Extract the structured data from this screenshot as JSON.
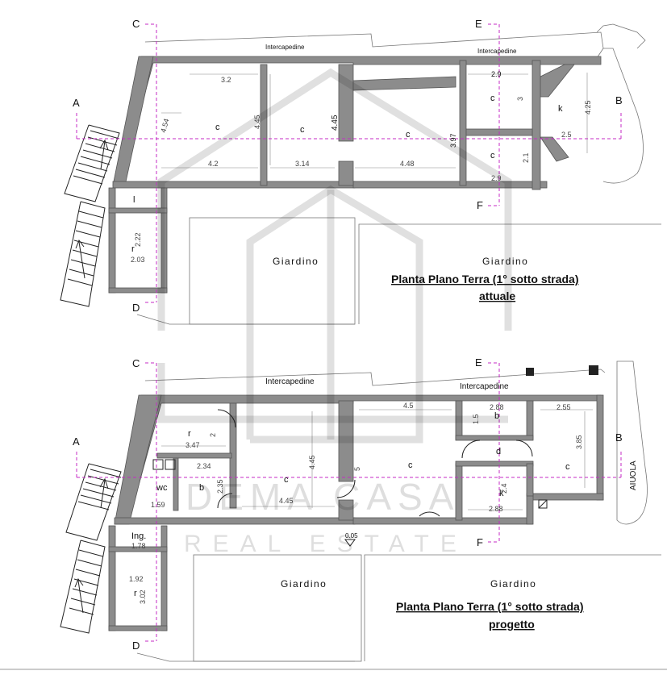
{
  "plan_top": {
    "title": "Planta Plano  Terra (1° sotto strada)",
    "subtitle": "attuale",
    "intercapedine_1": "Intercapedine",
    "intercapedine_2": "Intercapedine",
    "garden_1": "Giardino",
    "garden_2": "Giardino",
    "rooms": {
      "c1": "c",
      "c2": "c",
      "c3": "c",
      "c4": "c",
      "c5": "c",
      "k": "k",
      "l": "l",
      "r": "r"
    },
    "dims": {
      "d1": "3.2",
      "d2": "4.54",
      "d3": "4.45",
      "d4": "4.45",
      "d5": "4.2",
      "d6": "3.14",
      "d7": "4.48",
      "d8": "3.97",
      "d9": "2.9",
      "d10": "3",
      "d11": "4.25",
      "d12": "2.5",
      "d13": "2.1",
      "d14": "2.9",
      "d15": "2.22",
      "d16": "2.03"
    },
    "cuts": {
      "a": "A",
      "b": "B",
      "c": "C",
      "d": "D",
      "e": "E",
      "f": "F"
    }
  },
  "plan_bottom": {
    "title": "Planta Plano  Terra (1° sotto strada)",
    "subtitle": "progetto",
    "intercapedine_1": "Intercapedine",
    "intercapedine_2": "Intercapedine",
    "garden_1": "Giardino",
    "garden_2": "Giardino",
    "aiuola": "AIUOLA",
    "rooms": {
      "r1": "r",
      "b1": "b",
      "wc": "wc",
      "c1": "c",
      "c2": "c",
      "b2": "b",
      "d": "d",
      "k": "k",
      "c3": "c",
      "ing": "Ing.",
      "r2": "r"
    },
    "dims": {
      "d1": "2",
      "d2": "3.47",
      "d3": "2.34",
      "d4": "2.35",
      "d5": "4.45",
      "d6": "4.45",
      "d7": "1.59",
      "d8": "1.78",
      "d9": "4.5",
      "d10": "1.5",
      "d11": "2.88",
      "d12": "2.55",
      "d13": "3.85",
      "d14": "2.4",
      "d15": "2.88",
      "d16": "1.92",
      "d17": "3.02",
      "d18": "0.05",
      "d19": "5"
    },
    "cuts": {
      "a": "A",
      "b": "B",
      "c": "C",
      "d": "D",
      "e": "E",
      "f": "F"
    }
  },
  "watermark": {
    "line1": "DEMA CASA",
    "line2": "REAL ESTATE"
  }
}
